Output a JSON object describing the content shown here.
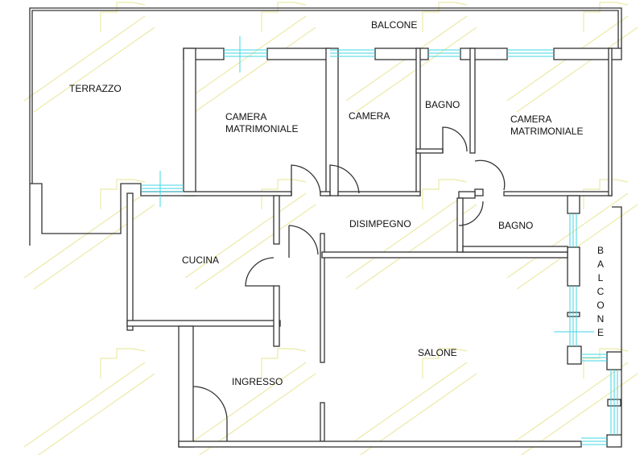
{
  "rooms": {
    "balcone_top": "BALCONE",
    "terrazzo": "TERRAZZO",
    "camera_matrimoniale_1": [
      "CAMERA",
      "MATRIMONIALE"
    ],
    "camera": "CAMERA",
    "bagno_1": "BAGNO",
    "camera_matrimoniale_2": [
      "CAMERA",
      "MATRIMONIALE"
    ],
    "disimpegno": "DISIMPEGNO",
    "bagno_2": "BAGNO",
    "cucina": "CUCINA",
    "balcone_right": "BALCONE",
    "salone": "SALONE",
    "ingresso": "INGRESSO"
  },
  "colors": {
    "wall": "#333333",
    "window": "#3fd6e6",
    "watermark": "#ece9a8"
  }
}
